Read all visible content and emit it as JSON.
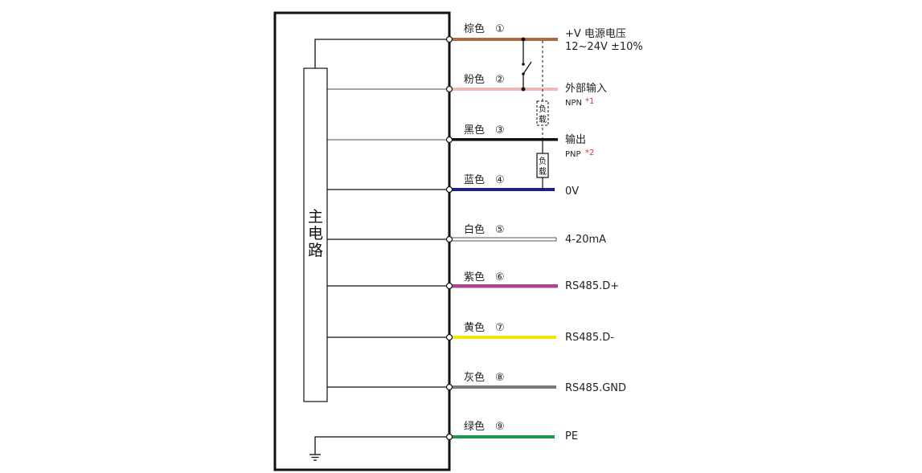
{
  "main_circuit": "主电路",
  "wires": [
    {
      "id": 1,
      "color_name": "棕色",
      "number": "①",
      "signal": "+V  电源电压",
      "signal_line2": "12~24V  ±10%",
      "color": "#b06a45"
    },
    {
      "id": 2,
      "color_name": "粉色",
      "number": "②",
      "signal": "外部输入",
      "color": "#f2b8b8"
    },
    {
      "id": 3,
      "color_name": "黑色",
      "number": "③",
      "signal": "输出",
      "color": "#111111"
    },
    {
      "id": 4,
      "color_name": "蓝色",
      "number": "④",
      "signal": "0V",
      "color": "#1a237e"
    },
    {
      "id": 5,
      "color_name": "白色",
      "number": "⑤",
      "signal": "4-20mA",
      "color": "#ffffff"
    },
    {
      "id": 6,
      "color_name": "紫色",
      "number": "⑥",
      "signal": "RS485.D+",
      "color": "#a8468f"
    },
    {
      "id": 7,
      "color_name": "黄色",
      "number": "⑦",
      "signal": "RS485.D-",
      "color": "#f5e600"
    },
    {
      "id": 8,
      "color_name": "灰色",
      "number": "⑧",
      "signal": "RS485.GND",
      "color": "#7a7a7a"
    },
    {
      "id": 9,
      "color_name": "绿色",
      "number": "⑨",
      "signal": "PE",
      "color": "#1a9a4a"
    }
  ],
  "npn": {
    "label": "NPN",
    "note": "*1"
  },
  "pnp": {
    "label": "PNP",
    "note": "*2"
  },
  "load_label_1": "负",
  "load_label_2": "载"
}
